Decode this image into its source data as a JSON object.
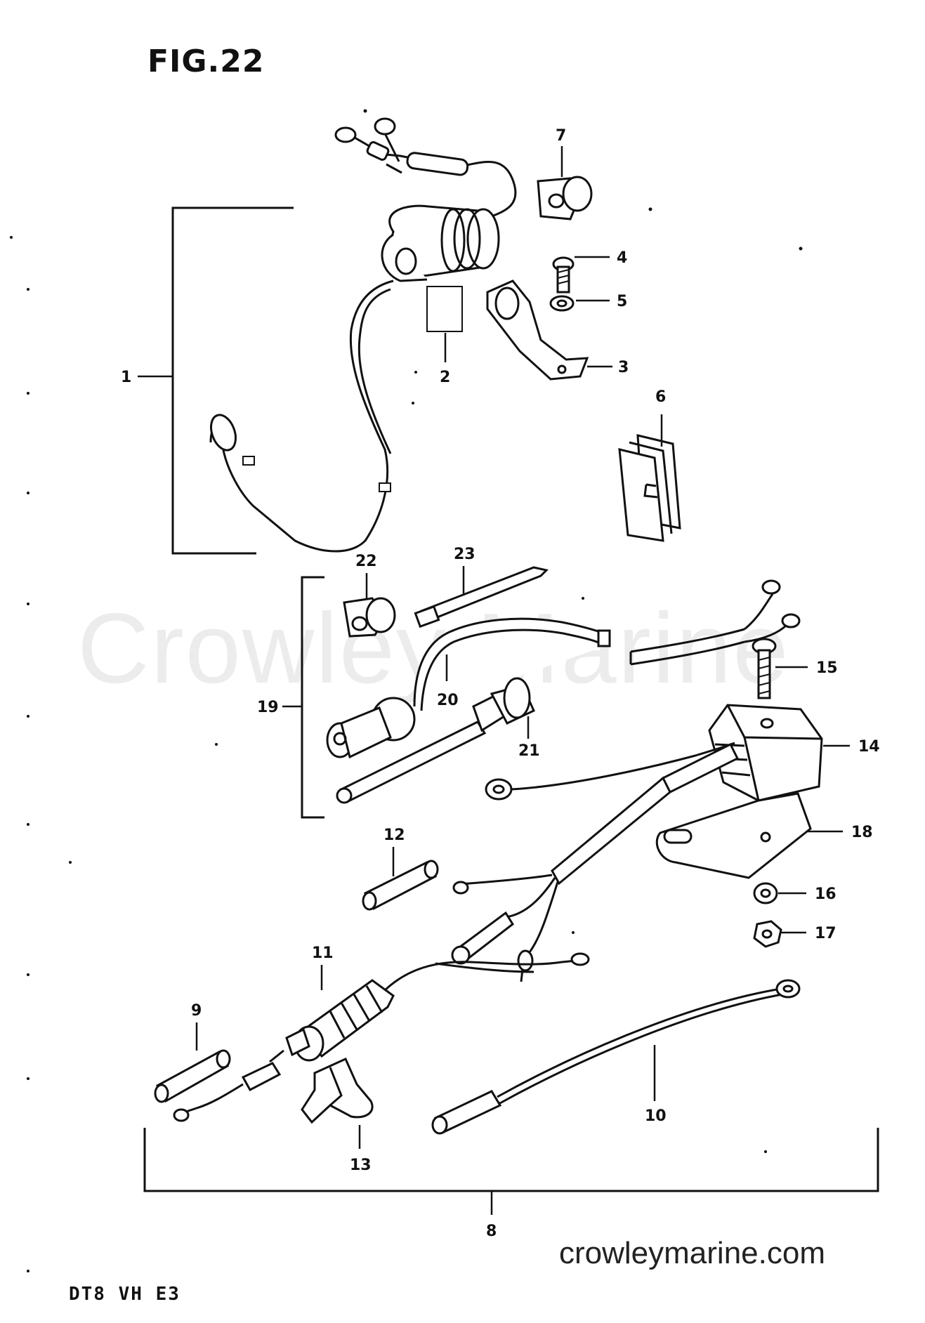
{
  "figure": {
    "title": "FIG.22",
    "model": "DT8 VH E3"
  },
  "watermark": "Crowley Marine",
  "site": "crowleymarine.com",
  "callouts": {
    "c1": "1",
    "c2": "2",
    "c3": "3",
    "c4": "4",
    "c5": "5",
    "c6": "6",
    "c7": "7",
    "c8": "8",
    "c9": "9",
    "c10": "10",
    "c11": "11",
    "c12": "12",
    "c13": "13",
    "c14": "14",
    "c15": "15",
    "c16": "16",
    "c17": "17",
    "c18": "18",
    "c19": "19",
    "c20": "20",
    "c21": "21",
    "c22": "22",
    "c23": "23"
  },
  "colors": {
    "ink": "#111111",
    "paper": "#ffffff",
    "watermark": "#ececec"
  }
}
